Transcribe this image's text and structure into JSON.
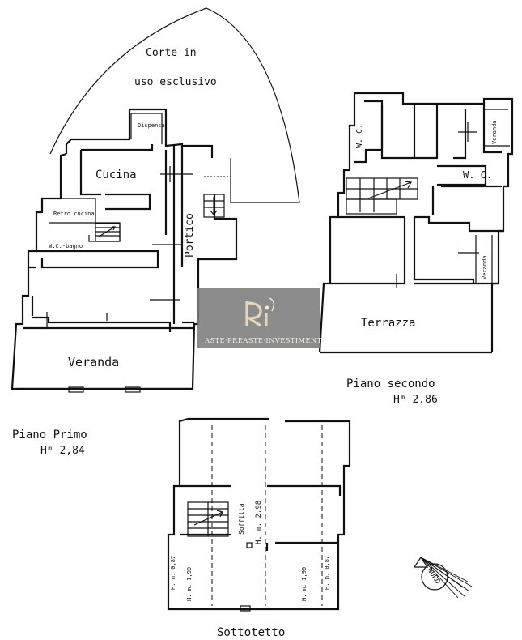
{
  "plans": {
    "first_floor": {
      "title": "Piano Primo",
      "height": "Hᵐ 2,84",
      "rooms": {
        "courtyard_line1": "Corte in",
        "courtyard_line2": "uso esclusivo",
        "pantry": "Dispensa",
        "kitchen": "Cucina",
        "back_kitchen": "Retro cucina",
        "bathroom": "W.C.-bagno",
        "portico": "Portico",
        "veranda": "Veranda"
      }
    },
    "second_floor": {
      "title": "Piano secondo",
      "height": "Hᵐ 2.86",
      "rooms": {
        "wc_vertical": "W. C.",
        "wc": "W. C.",
        "veranda_top": "Veranda",
        "veranda_bottom": "Veranda",
        "terrace": "Terrazza"
      }
    },
    "attic": {
      "title": "Sottotetto",
      "rooms": {
        "ceiling": "Soffitta",
        "h_center": "H. m. 2,98",
        "h_left_outer": "H. m. 0,87",
        "h_left_inner": "H. m. 1,90",
        "h_right_inner": "H. m. 1,90",
        "h_right_outer": "H. m. 0,87"
      }
    }
  },
  "compass": {
    "label": "NORD"
  },
  "watermark": {
    "brand": "ASTE·PREASTE·INVESTIMENTI"
  },
  "colors": {
    "line": "#111111",
    "watermark": "#7c7c7c",
    "watermark_text": "#f2ecdc"
  }
}
